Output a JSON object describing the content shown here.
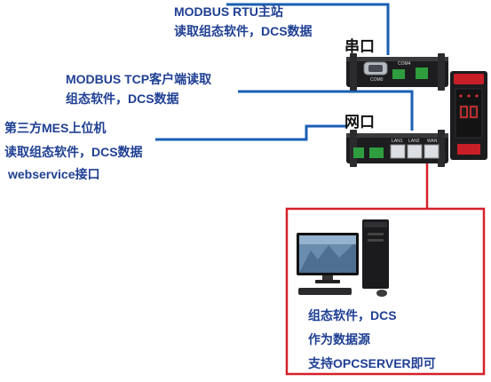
{
  "clients": {
    "rtu": {
      "line1": "MODBUS RTU主站",
      "line2": "读取组态软件，DCS数据"
    },
    "tcp": {
      "line1": "MODBUS TCP客户端读取",
      "line2": "组态软件，DCS数据"
    },
    "mes": {
      "line1": "第三方MES上位机",
      "line2": "读取组态软件，DCS数据",
      "line3": "webservice接口"
    }
  },
  "ports": {
    "serial": "串口",
    "network": "网口"
  },
  "device_labels": {
    "com0": "COM0",
    "com4": "COM4",
    "lan1": "LAN1",
    "lan2": "LAN2",
    "wan": "WAN"
  },
  "server_box": {
    "line1": "组态软件，DCS",
    "line2": "作为数据源",
    "line3": "支持OPCSERVER即可"
  },
  "colors": {
    "connector_blue": "#1a5fb4",
    "server_border_red": "#d6202a",
    "label_blue": "#1f3f93"
  }
}
